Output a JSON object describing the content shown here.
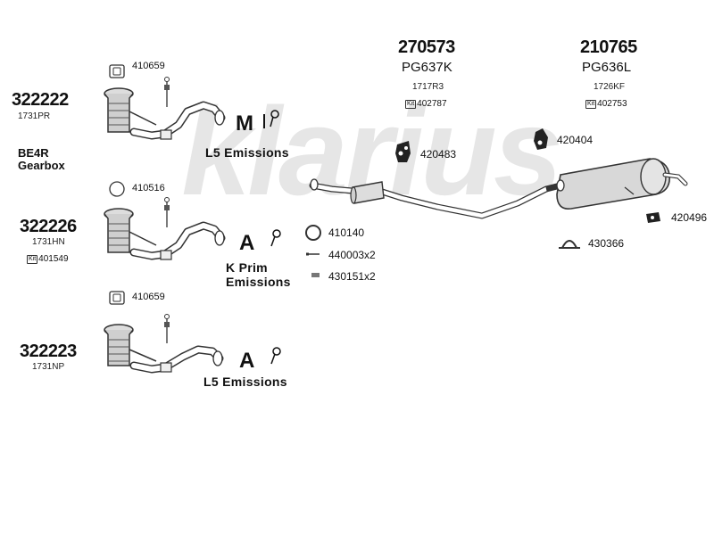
{
  "watermark": "klarius",
  "kits": [
    {
      "code": "322222",
      "sub": "1731PR",
      "kit": ""
    },
    {
      "code": "322226",
      "sub": "1731HN",
      "kit": "401549"
    },
    {
      "code": "322223",
      "sub": "1731NP",
      "kit": ""
    }
  ],
  "top_parts": [
    {
      "code": "270573",
      "name": "PG637K",
      "sub": "1717R3",
      "kit": "402787"
    },
    {
      "code": "210765",
      "name": "PG636L",
      "sub": "1726KF",
      "kit": "402753"
    }
  ],
  "fittings": {
    "clamp_1": "410659",
    "clamp_2": "410516",
    "clamp_3": "410659",
    "rubber_1": "420483",
    "rubber_2": "420404",
    "rubber_3": "420496",
    "ring": "410140",
    "bolt": "440003x2",
    "spring": "430151x2",
    "clip": "430366"
  },
  "gearbox": {
    "line1": "BE4R",
    "line2": "Gearbox"
  },
  "emissions": [
    {
      "line1": "L5 Emissions",
      "line2": ""
    },
    {
      "line1": "K Prim",
      "line2": "Emissions"
    },
    {
      "line1": "L5 Emissions",
      "line2": ""
    }
  ],
  "icons": [
    "manual-gearbox-icon",
    "automatic-gearbox-icon",
    "automatic-gearbox-icon"
  ]
}
